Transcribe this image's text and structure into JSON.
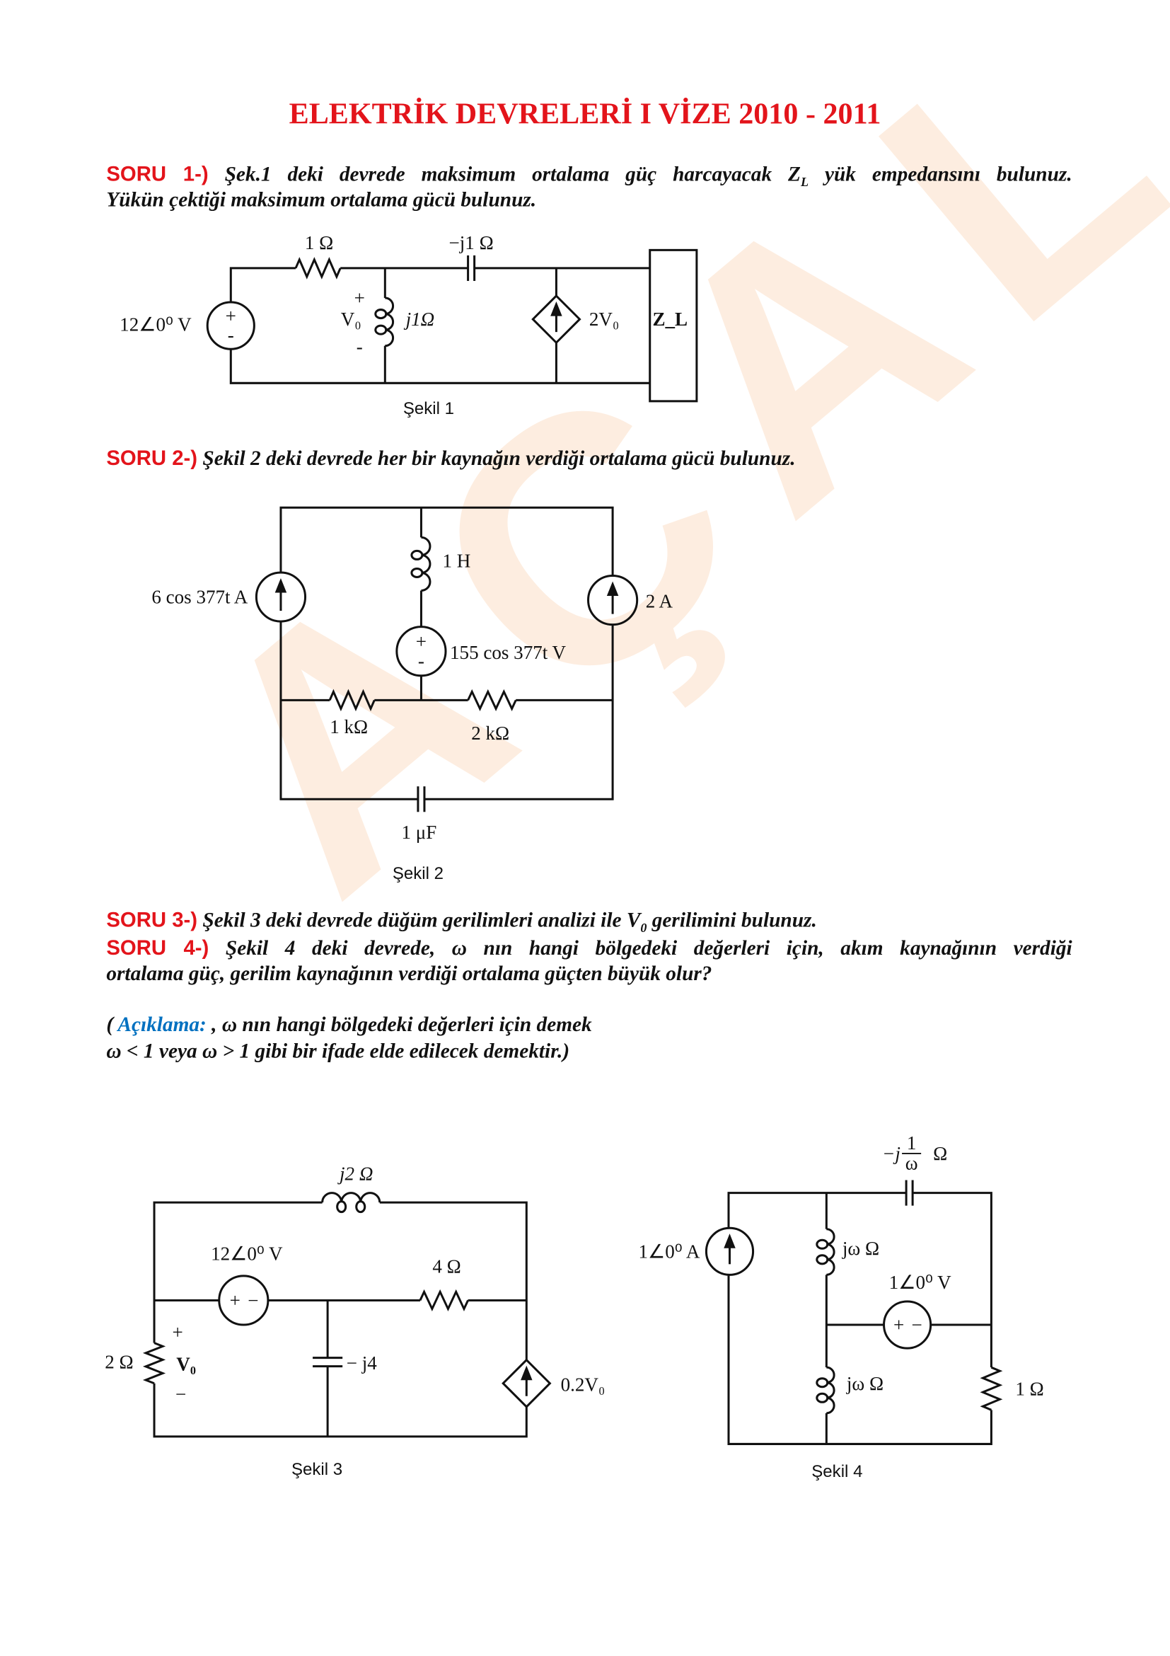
{
  "watermark": "AÇAL",
  "title": "ELEKTRİK DEVRELERİ I VİZE 2010 - 2011",
  "q1": {
    "label": "SORU 1-)",
    "text_before": " Şek.1 deki devrede maksimum ortalama güç harcayacak ",
    "var": "Z",
    "sub": "L",
    "text_after": " yük empedansını bulunuz.",
    "line2": "Yükün çektiği maksimum ortalama gücü bulunuz."
  },
  "q2": {
    "label": "SORU 2-)",
    "text": " Şekil 2 deki devrede her bir kaynağın verdiği ortalama gücü bulunuz."
  },
  "q3": {
    "label": "SORU 3-)",
    "text_before": "  Şekil 3 deki devrede düğüm gerilimleri analizi ile ",
    "var": "V",
    "sub": "0",
    "text_after": " gerilimini bulunuz."
  },
  "q4": {
    "label": "SORU 4-)",
    "line1": " Şekil 4 deki devrede, ω  nın hangi bölgedeki değerleri için, akım kaynağının verdiği",
    "line2": "ortalama güç,  gerilim kaynağının verdiği ortalama güçten büyük olur?"
  },
  "note": {
    "open": "( ",
    "label": "Açıklama:",
    "line1": " , ω  nın hangi bölgedeki değerleri için demek",
    "line2": "ω < 1  veya ω > 1 gibi bir ifade elde edilecek demektir.)"
  },
  "fig1": {
    "caption": "Şekil 1",
    "source": "12∠0⁰ V",
    "r": "1 Ω",
    "c": "−j1 Ω",
    "l": "j1Ω",
    "vplus": "+",
    "v0": "V₀",
    "vminus": "-",
    "dep": "2V₀",
    "zl": "Z_L"
  },
  "fig2": {
    "caption": "Şekil 2",
    "isrc": "6 cos 377t A",
    "l": "1 H",
    "vsrc": "155 cos 377t V",
    "idc": "2 A",
    "r1": "1 kΩ",
    "r2": "2 kΩ",
    "c": "1 μF"
  },
  "fig3": {
    "caption": "Şekil 3",
    "l": "j2 Ω",
    "vsrc": "12∠0⁰ V",
    "r4": "4 Ω",
    "c": "− j4",
    "r2": "2 Ω",
    "vplus": "+",
    "v0": "V₀",
    "vminus": "−",
    "dep": "0.2V₀"
  },
  "fig4": {
    "caption": "Şekil 4",
    "c_pre": "−j",
    "c_num": "1",
    "c_den": "ω",
    "c_unit": "Ω",
    "isrc": "1∠0⁰ A",
    "l1": "jω Ω",
    "vsrc": "1∠0⁰ V",
    "l2": "jω Ω",
    "r": "1 Ω"
  }
}
